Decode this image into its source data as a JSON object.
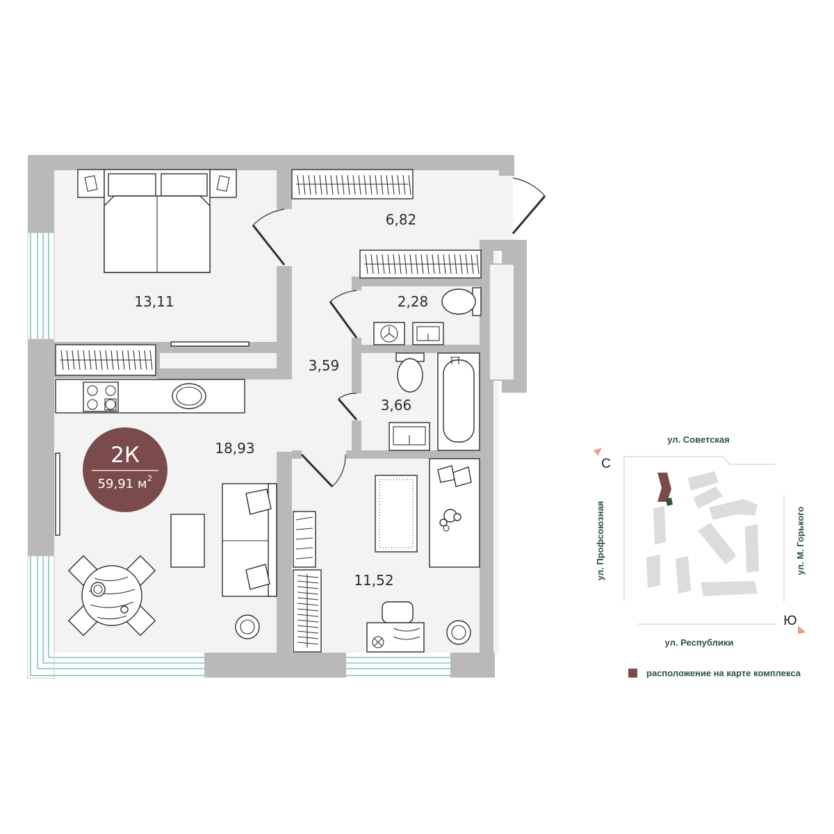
{
  "apartment": {
    "type": "2К",
    "area_value": "59,91 м",
    "area_unit_sup": "2",
    "badge_color": "#7b4b4b"
  },
  "rooms": [
    {
      "id": "bedroom",
      "area": "13,11"
    },
    {
      "id": "hall",
      "area": "6,82"
    },
    {
      "id": "wc",
      "area": "2,28"
    },
    {
      "id": "corridor",
      "area": "3,59"
    },
    {
      "id": "bathroom",
      "area": "3,66"
    },
    {
      "id": "living-kitchen",
      "area": "18,93"
    },
    {
      "id": "kids-room",
      "area": "11,52"
    }
  ],
  "site_map": {
    "north": "С",
    "south": "Ю",
    "streets": {
      "top": "ул. Советская",
      "bottom": "ул. Республики",
      "left": "ул. Профсоюзная",
      "right": "ул. М. Горького"
    },
    "marker_color": "#7b4b4b",
    "compass_color": "#e8a08a"
  },
  "legend": {
    "text": "расположение на карте комплекса",
    "color": "#7b4b4b"
  },
  "colors": {
    "wall": "#b9b9b9",
    "floor": "#f3f3f3",
    "window": "#7fc4c0",
    "buildings": "#dcdcdc"
  }
}
